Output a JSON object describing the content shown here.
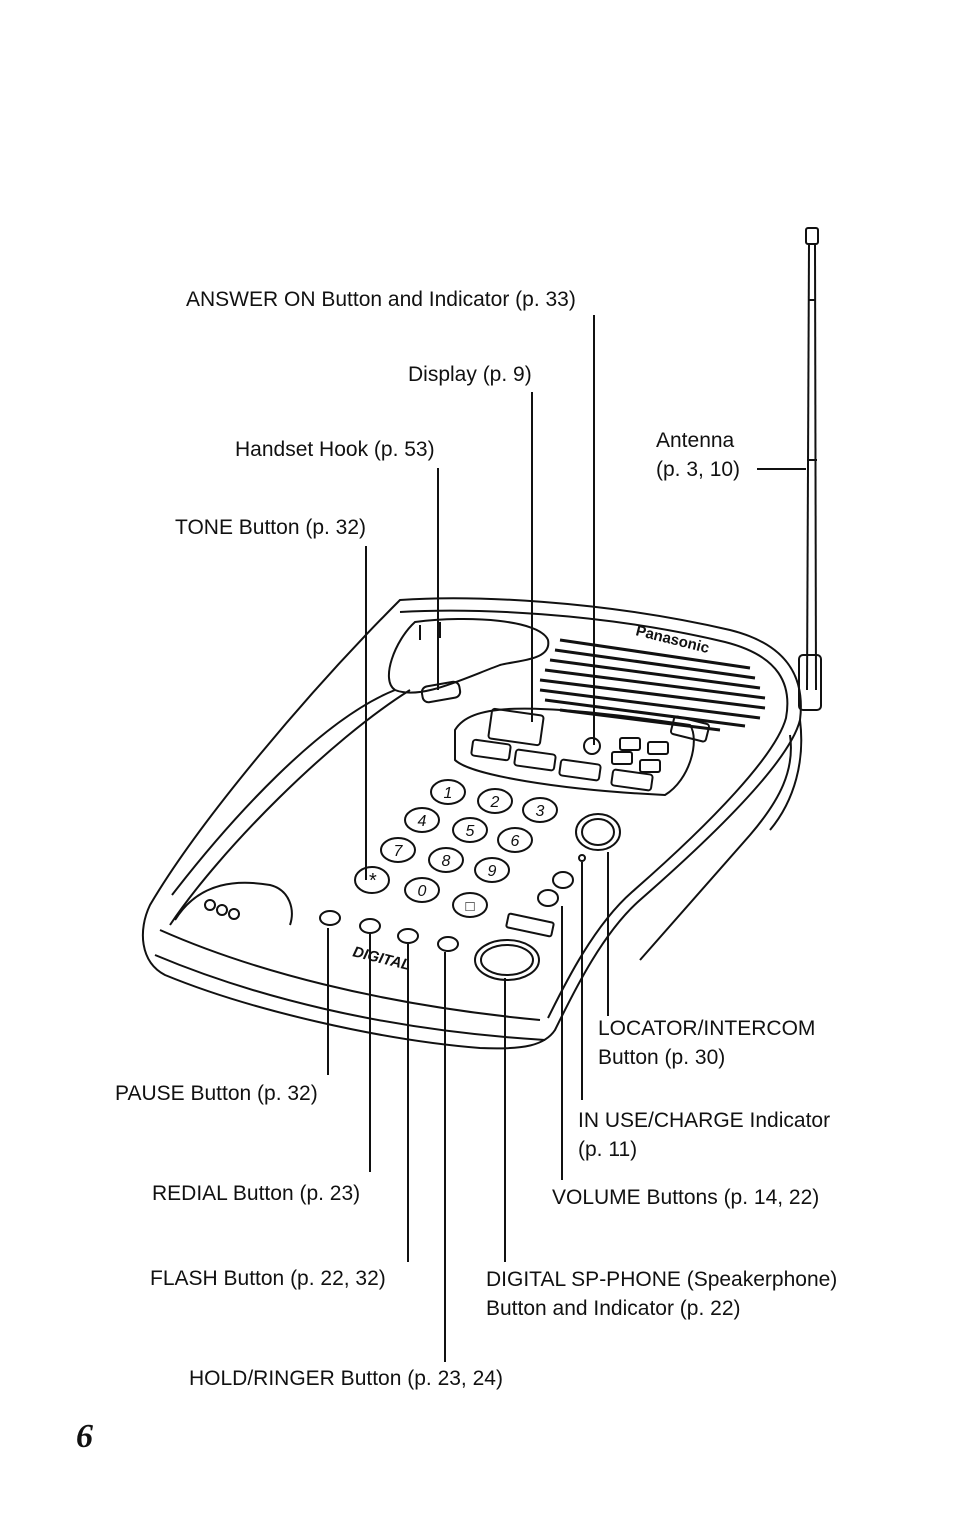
{
  "callouts": {
    "answer_on": "ANSWER ON Button and Indicator (p. 33)",
    "display": "Display (p. 9)",
    "handset_hook": "Handset Hook (p. 53)",
    "antenna_1": "Antenna",
    "antenna_2": "(p. 3, 10)",
    "tone": "TONE Button (p. 32)",
    "locator_1": "LOCATOR/INTERCOM",
    "locator_2": "Button (p. 30)",
    "pause": "PAUSE Button (p. 32)",
    "in_use_1": "IN USE/CHARGE Indicator",
    "in_use_2": "(p. 11)",
    "redial": "REDIAL Button (p. 23)",
    "volume": "VOLUME Buttons (p. 14, 22)",
    "flash": "FLASH Button (p. 22, 32)",
    "digital_sp_1": "DIGITAL SP-PHONE (Speakerphone)",
    "digital_sp_2": "Button and Indicator (p. 22)",
    "hold": "HOLD/RINGER Button (p. 23, 24)"
  },
  "phone": {
    "brand": "Panasonic",
    "logo": "DIGITAL",
    "keys": [
      "1",
      "2",
      "3",
      "4",
      "5",
      "6",
      "7",
      "8",
      "9",
      "*",
      "0",
      "□"
    ]
  },
  "page_number": "6"
}
